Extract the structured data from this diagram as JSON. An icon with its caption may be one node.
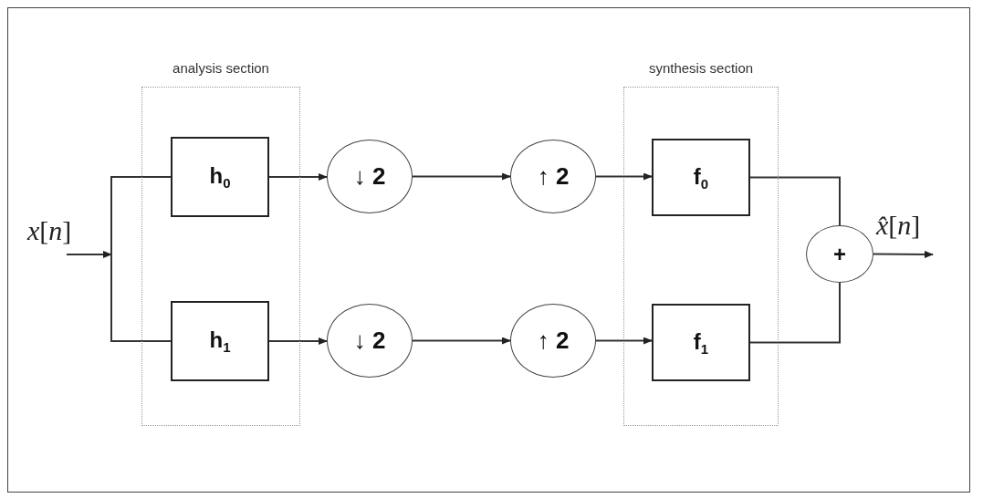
{
  "diagram": {
    "nodes": [
      {
        "text": [
          "analysis section"
        ]
      },
      {
        "text": [
          "h$_{0}$"
        ],
        "in": 0
      },
      {
        "text": [
          "h$_{1}$"
        ],
        "in": 0
      },
      {
        "text": [
          "synthesis section"
        ]
      },
      {
        "text": [
          "f$_{0}$"
        ],
        "in": 3
      },
      {
        "text": [
          "f$_{1}$"
        ],
        "in": 3
      },
      {
        "text": [
          "↓ 2"
        ]
      },
      {
        "text": [
          "↓ 2"
        ]
      },
      {
        "text": [
          "↑ 2"
        ]
      },
      {
        "text": [
          "↑ 2"
        ]
      },
      {
        "text": [
          "+"
        ]
      }
    ],
    "edges": [
      {
        "from": null,
        "to": 1,
        "arrow": "none",
        "label": "*x*[*n*]"
      },
      {
        "from": null,
        "to": 2,
        "arrow": "none"
      },
      {
        "from": 1,
        "to": 6,
        "arrow": "to"
      },
      {
        "from": 2,
        "to": 7,
        "arrow": "to"
      },
      {
        "from": 6,
        "to": 8,
        "arrow": "to"
      },
      {
        "from": 7,
        "to": 9,
        "arrow": "to"
      },
      {
        "from": 8,
        "to": 4,
        "arrow": "to"
      },
      {
        "from": 9,
        "to": 5,
        "arrow": "to"
      },
      {
        "from": 4,
        "to": 10,
        "arrow": "none"
      },
      {
        "from": 5,
        "to": 10,
        "arrow": "none"
      },
      {
        "from": 10,
        "to": null,
        "arrow": "to",
        "label": "*x̂*[*n*]"
      }
    ]
  }
}
